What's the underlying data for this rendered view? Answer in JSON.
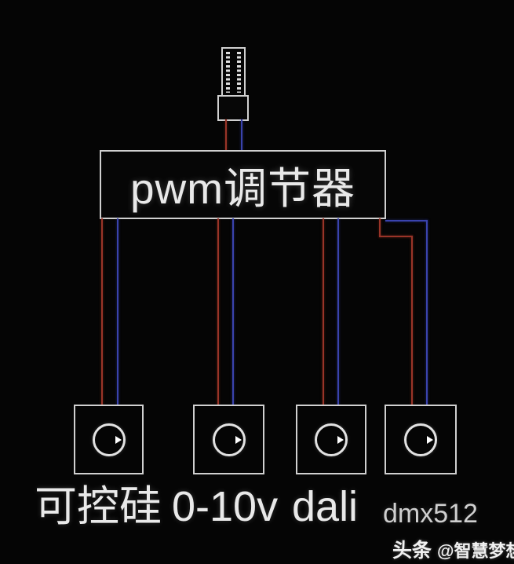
{
  "colors": {
    "background": "#050505",
    "wire_red": "#993428",
    "wire_blue": "#3a43ad",
    "box_border": "#d0d0d0",
    "text": "#e9e9e9"
  },
  "controller": {
    "label": "pwm调节器"
  },
  "dimmers": [
    {
      "label": "可控硅"
    },
    {
      "label": "0-10v"
    },
    {
      "label": "dali"
    },
    {
      "label": "dmx512"
    }
  ],
  "watermark": {
    "brand": "头条",
    "handle": "@智慧梦想哥"
  }
}
